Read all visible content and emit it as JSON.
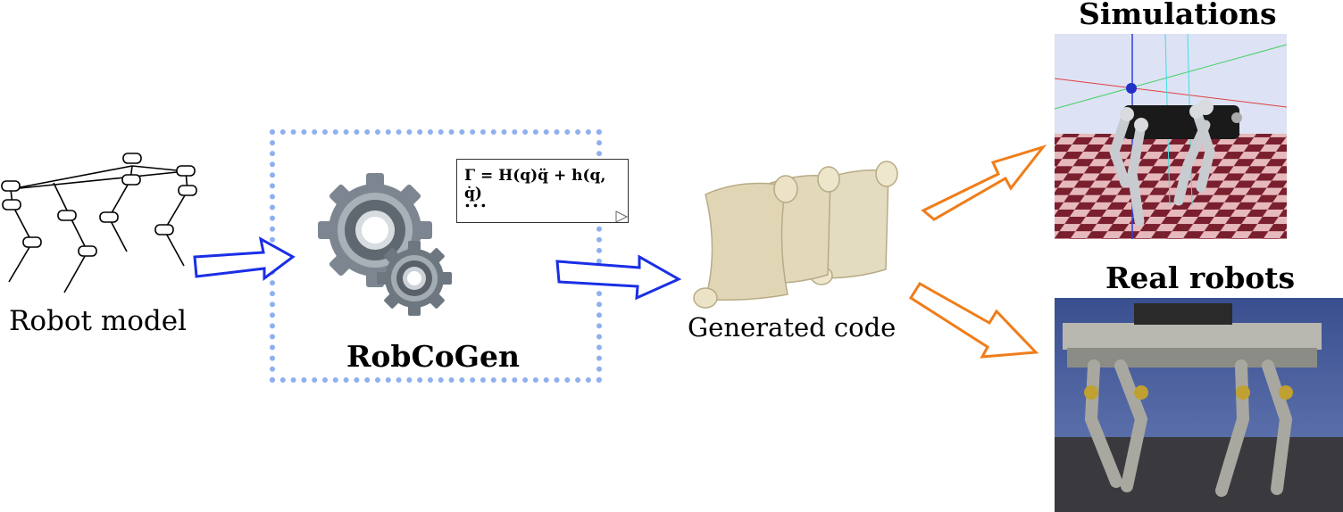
{
  "labels": {
    "robot_model": "Robot model",
    "robcogen": "RobCoGen",
    "generated_code": "Generated code",
    "simulations": "Simulations",
    "real_robots": "Real robots"
  },
  "equation": {
    "line1": "Γ = H(q)q̈ + h(q, q̇)",
    "line2": "..."
  },
  "icons": {
    "robot_tree": "kinematic-tree-icon",
    "gears": "gears-icon",
    "scrolls": "scroll-icon",
    "sim_image": "simulation-screenshot",
    "real_image": "robot-photo"
  },
  "colors": {
    "arrow_blue": "#1a2ee6",
    "arrow_orange": "#f07d1a",
    "dotted_box": "#8fb0ee",
    "sim_floor_dark": "#7a1f2e",
    "sim_floor_light": "#e6b9bd",
    "sim_sky": "#dde2f5"
  }
}
